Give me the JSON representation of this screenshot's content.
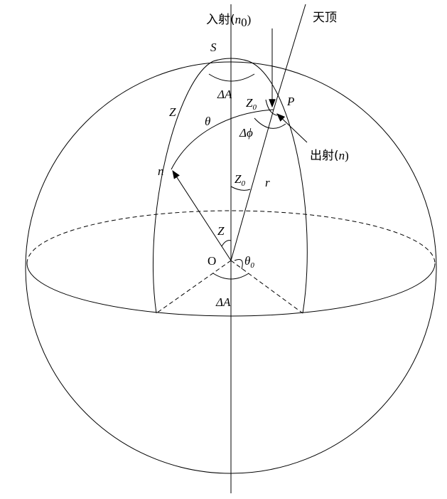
{
  "labels": {
    "incident_prefix": "入射(",
    "incident_n": "n",
    "incident_sub": "0",
    "incident_suffix": ")",
    "zenith": "天顶",
    "emergent_prefix": "出射(",
    "emergent_n": "n",
    "emergent_suffix": ")",
    "S": "S",
    "P": "P",
    "delta_A_top": "ΔA",
    "Z0_top": "Z",
    "Z0_top_sub": "0",
    "Z_left": "Z",
    "theta": "θ",
    "delta_phi": "Δϕ",
    "n": "n",
    "Z0_mid": "Z",
    "Z0_mid_sub": "0",
    "r": "r",
    "Z_center": "Z",
    "O": "O",
    "theta0": "θ",
    "theta0_sub": "0",
    "delta_A_bottom": "ΔA"
  },
  "colors": {
    "stroke": "#000000",
    "background": "#ffffff"
  }
}
